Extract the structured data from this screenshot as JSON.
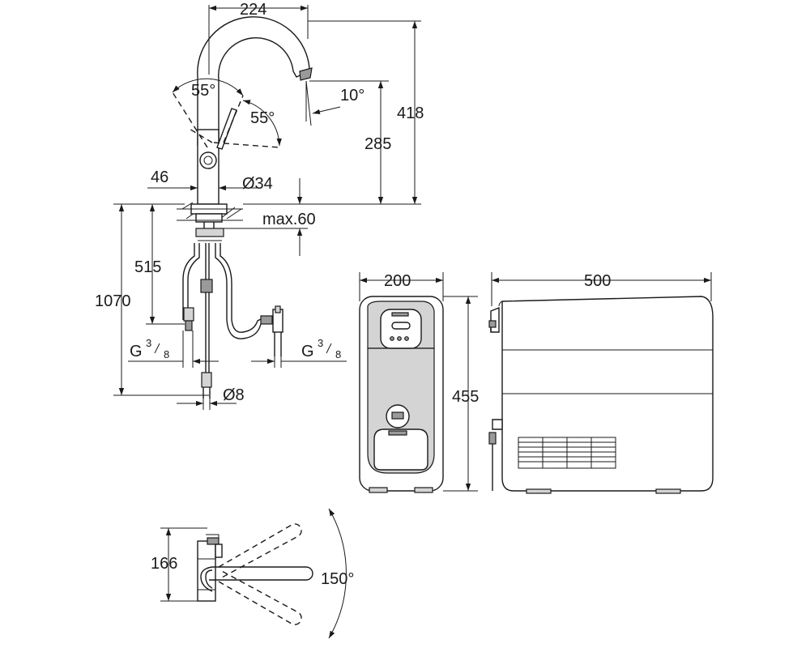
{
  "faucet": {
    "width_top": "224",
    "angle_left": "55°",
    "angle_right": "55°",
    "spout_angle": "10°",
    "total_height": "418",
    "spout_height": "285",
    "base_offset": "46",
    "base_diameter": "Ø34",
    "deck_thickness": "max.60",
    "hose_length": "515",
    "overall_length": "1070",
    "thread_left_base": "G",
    "thread_left_num": "3",
    "thread_left_den": "8",
    "thread_right_base": "G",
    "thread_right_num": "3",
    "thread_right_den": "8",
    "pipe_diameter": "Ø8"
  },
  "unit_front": {
    "width": "200",
    "height": "455"
  },
  "unit_side": {
    "depth": "500"
  },
  "plan_view": {
    "reach": "166",
    "swivel_angle": "150°"
  }
}
